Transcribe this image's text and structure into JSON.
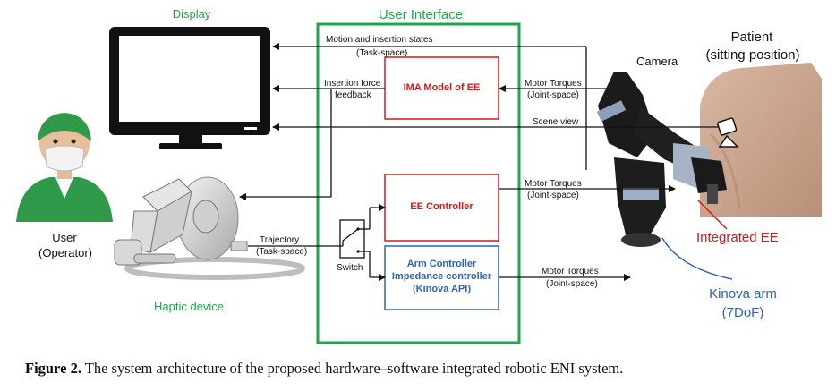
{
  "labels": {
    "display": "Display",
    "user_interface": "User Interface",
    "patient": "Patient",
    "patient_position": "(sitting position)",
    "camera": "Camera",
    "user": "User",
    "user_role": "(Operator)",
    "haptic_device": "Haptic device",
    "switch": "Switch",
    "integrated_ee": "Integrated EE",
    "kinova_arm": "Kinova arm",
    "kinova_dof": "(7DoF)"
  },
  "blocks": {
    "ima_model": "IMA Model of EE",
    "ee_controller": "EE Controller",
    "arm_controller_line1": "Arm Controller",
    "arm_controller_line2": "Impedance controller",
    "arm_controller_line3": "(Kinova API)"
  },
  "signals": {
    "motion_states": "Motion and insertion states",
    "motion_states_space": "(Task-space)",
    "insertion_force": "Insertion force",
    "insertion_force_2": "feedback",
    "motor_torques_ima": "Motor Torques",
    "motor_torques_ima_space": "(Joint-space)",
    "scene_view": "Scene view",
    "motor_torques_ee": "Motor Torques",
    "motor_torques_ee_space": "(Joint-space)",
    "trajectory": "Trajectory",
    "trajectory_space": "(Task-space)",
    "motor_torques_arm": "Motor Torques",
    "motor_torques_arm_space": "(Joint-space)"
  },
  "caption": {
    "prefix": "Figure 2.",
    "text": " The system architecture of the proposed hardware–software integrated robotic ENI system."
  },
  "colors": {
    "green": "#1fa64a",
    "red": "#d11a1a",
    "blue": "#2f64b4"
  }
}
